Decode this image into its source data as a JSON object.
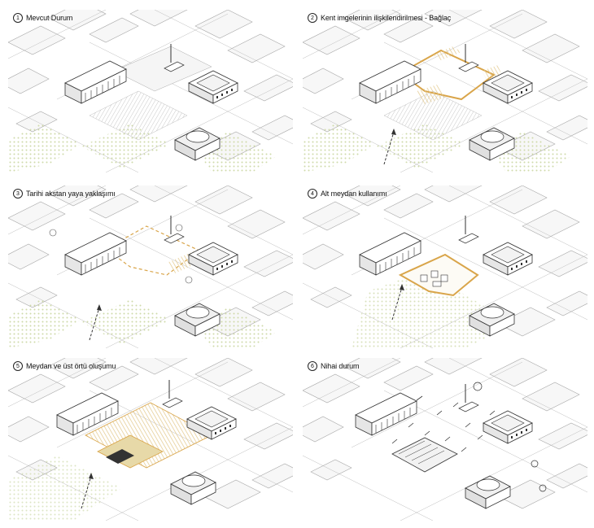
{
  "panels": [
    {
      "num": "1",
      "title": "Mevcut Durum"
    },
    {
      "num": "2",
      "title": "Kent imgelerinin ilişkilendirilmesi - Bağlaç"
    },
    {
      "num": "3",
      "title": "Tarihi akstan yaya yaklaşımı"
    },
    {
      "num": "4",
      "title": "Alt meydan kullanımı"
    },
    {
      "num": "5",
      "title": "Meydan ve üst örtü oluşumu"
    },
    {
      "num": "6",
      "title": "Nihai durum"
    }
  ],
  "colors": {
    "line": "#9a9a9a",
    "dark": "#333333",
    "green": "#dfe6c8",
    "accent": "#d9a54a",
    "pattern": "#e7d9a8"
  },
  "icons": [
    "north-arrow-icon",
    "person-icon"
  ]
}
